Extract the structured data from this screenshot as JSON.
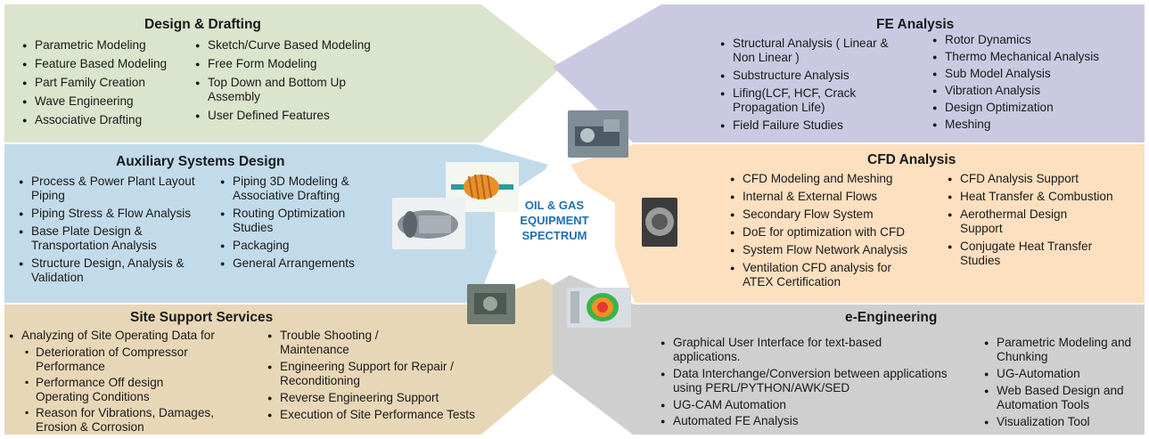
{
  "center": {
    "line1": "OIL & GAS",
    "line2": "EQUIPMENT",
    "line3": "SPECTRUM"
  },
  "design": {
    "title": "Design & Drafting",
    "col1": [
      "Parametric Modeling",
      "Feature Based Modeling",
      "Part Family Creation",
      "Wave Engineering",
      "Associative Drafting"
    ],
    "col2": [
      "Sketch/Curve Based Modeling",
      "Free Form Modeling",
      "Top Down and Bottom Up Assembly",
      "User Defined Features"
    ]
  },
  "fe": {
    "title": "FE Analysis",
    "col1": [
      "Structural Analysis ( Linear & Non Linear )",
      "Substructure Analysis",
      "Lifing(LCF, HCF, Crack Propagation Life)",
      "Field Failure Studies"
    ],
    "col2": [
      "Rotor Dynamics",
      "Thermo Mechanical Analysis",
      "Sub Model Analysis",
      "Vibration Analysis",
      "Design Optimization",
      "Meshing"
    ]
  },
  "aux": {
    "title": "Auxiliary Systems Design",
    "col1": [
      "Process & Power Plant Layout Piping",
      "Piping Stress & Flow Analysis",
      "Base Plate Design & Transportation Analysis",
      "Structure Design, Analysis & Validation"
    ],
    "col2": [
      "Piping 3D Modeling & Associative Drafting",
      "Routing Optimization Studies",
      "Packaging",
      "General Arrangements"
    ]
  },
  "cfd": {
    "title": "CFD Analysis",
    "col1": [
      "CFD Modeling and Meshing",
      "Internal & External Flows",
      "Secondary Flow System",
      "DoE for optimization with CFD",
      "System Flow Network Analysis",
      "Ventilation CFD analysis for ATEX Certification"
    ],
    "col2": [
      "CFD Analysis Support",
      "Heat Transfer & Combustion",
      "Aerothermal Design Support",
      "Conjugate Heat Transfer Studies"
    ]
  },
  "site": {
    "title": "Site Support Services",
    "col1_main": "Analyzing of Site Operating Data for",
    "col1_sub": [
      "Deterioration of Compressor Performance",
      "Performance Off design Operating Conditions",
      "Reason for Vibrations, Damages, Erosion & Corrosion"
    ],
    "col2": [
      "Trouble Shooting / Maintenance",
      "Engineering Support for Repair / Reconditioning",
      "Reverse Engineering Support",
      "Execution of Site Performance Tests"
    ]
  },
  "eeng": {
    "title": "e-Engineering",
    "col1": [
      "Graphical User Interface for text-based applications.",
      "Data Interchange/Conversion between applications using PERL/PYTHON/AWK/SED",
      "UG-CAM Automation",
      "Automated FE Analysis"
    ],
    "col2": [
      "Parametric Modeling and Chunking",
      "UG-Automation",
      "Web Based Design and Automation Tools",
      "Visualization Tool"
    ]
  },
  "colors": {
    "design_bg": "#dbe4cc",
    "fe_bg": "#cbc9e2",
    "aux_bg": "#c2dbea",
    "cfd_bg": "#fce0c0",
    "site_bg": "#e8d7b7",
    "eeng_bg": "#cfcfcf",
    "center_text": "#1f6fb6"
  }
}
